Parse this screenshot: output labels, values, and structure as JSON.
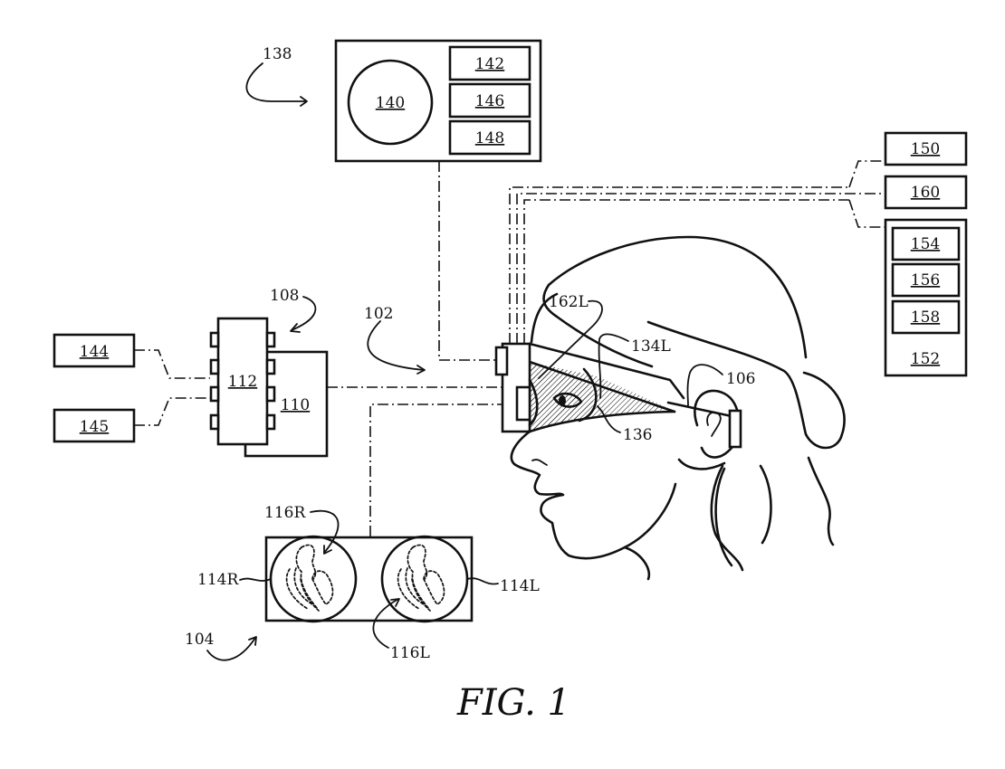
{
  "figure": {
    "caption": "FIG. 1",
    "reference_labels": {
      "system_102": "102",
      "display_104": "104",
      "headset_106": "106",
      "controller_108": "108",
      "module_110": "110",
      "chip_112": "112",
      "lens_114R": "114R",
      "lens_114L": "114L",
      "image_116R": "116R",
      "image_116L": "116L",
      "lens_134L": "134L",
      "region_136": "136",
      "device_138": "138",
      "screen_140": "140",
      "block_142": "142",
      "block_144": "144",
      "block_145": "145",
      "block_146": "146",
      "block_148": "148",
      "block_150": "150",
      "block_152": "152",
      "block_154": "154",
      "block_156": "156",
      "block_158": "158",
      "block_160": "160",
      "sensor_162L": "162L"
    }
  },
  "colors": {
    "ink": "#111111",
    "paper": "#ffffff"
  }
}
